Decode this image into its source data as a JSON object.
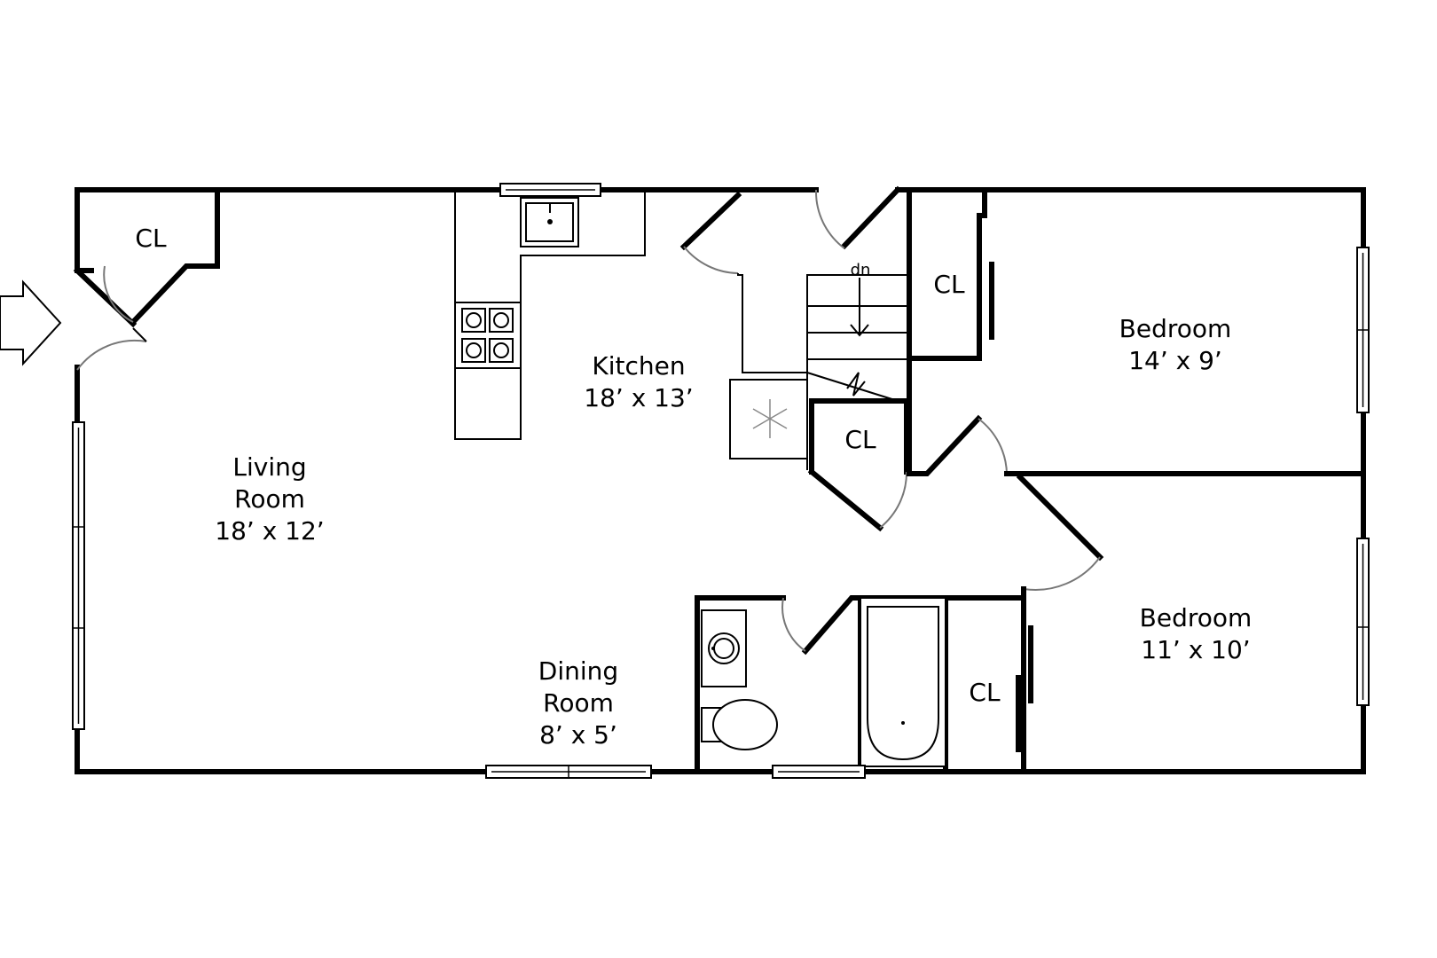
{
  "rooms": {
    "living": {
      "name": "Living",
      "name2": "Room",
      "size": "18’ x 12’"
    },
    "kitchen": {
      "name": "Kitchen",
      "size": "18’ x 13’"
    },
    "dining": {
      "name": "Dining",
      "name2": "Room",
      "size": "8’ x 5’"
    },
    "bedroom1": {
      "name": "Bedroom",
      "size": "14’ x 9’"
    },
    "bedroom2": {
      "name": "Bedroom",
      "size": "11’ x 10’"
    }
  },
  "closets": {
    "entry": "CL",
    "stair": "CL",
    "hall": "CL",
    "bedroom2": "CL"
  },
  "stairs": {
    "label": "dn"
  },
  "icons": {
    "entry": "entry-arrow-icon",
    "refrigerator": "snowflake-icon",
    "stove": "stove-burners-icon",
    "sink": "sink-icon"
  }
}
